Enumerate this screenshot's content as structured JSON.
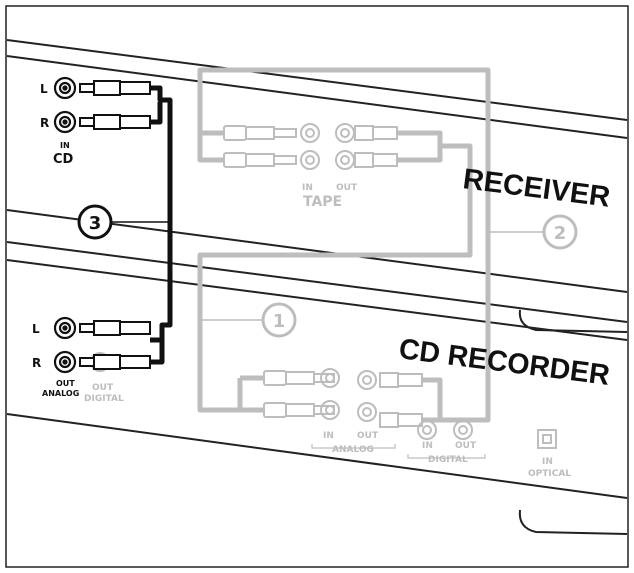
{
  "devices": {
    "receiver": {
      "name": "RECEIVER"
    },
    "recorder": {
      "name": "CD RECORDER"
    }
  },
  "receiver_cd_input": {
    "left": "L",
    "right": "R",
    "in": "IN",
    "source": "CD"
  },
  "receiver_tape": {
    "in": "IN",
    "out": "OUT",
    "group": "TAPE"
  },
  "recorder_analog_out": {
    "left": "L",
    "right": "R",
    "out": "OUT",
    "group": "ANALOG"
  },
  "recorder_digital_out": {
    "out": "OUT",
    "group": "DIGITAL"
  },
  "recorder_back_panel": {
    "analog_in": "IN",
    "analog_out": "OUT",
    "analog_group": "ANALOG",
    "digital_in": "IN",
    "digital_out": "OUT",
    "digital_group": "DIGITAL",
    "optical_in": "IN",
    "optical_label": "OPTICAL"
  },
  "callouts": {
    "one": "1",
    "two": "2",
    "three": "3"
  },
  "colors": {
    "cable_black": "#111111",
    "cable_grey": "#bdbdbd",
    "panel_line": "#222222"
  }
}
